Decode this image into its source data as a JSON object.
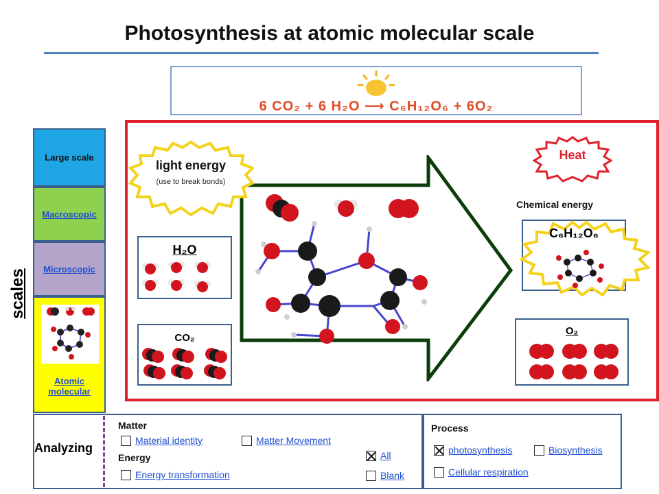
{
  "title": "Photosynthesis at atomic molecular scale",
  "equation": "6 CO₂  +  6 H₂O  ⟶  C₆H₁₂O₆  +  6O₂",
  "scales": {
    "label": "scales",
    "large": "Large scale",
    "macroscopic": "Macroscopic",
    "microscopic": "Microscopic",
    "atomic_line1": "Atomic",
    "atomic_line2": "molecular"
  },
  "energy": {
    "light_title": "light energy",
    "light_sub": "(use to break bonds)",
    "heat": "Heat",
    "chemical": "Chemical energy"
  },
  "molecules": {
    "h2o": "H₂O",
    "co2": "CO₂",
    "o2": "O₂",
    "glucose": "C₆H₁₂O₆"
  },
  "analyzing": {
    "label": "Analyzing",
    "matter_head": "Matter",
    "energy_head": "Energy",
    "material_identity": "Material identity",
    "matter_movement": "Matter Movement",
    "energy_transformation": "Energy transformation",
    "all": "All",
    "blank": "Blank"
  },
  "process": {
    "head": "Process",
    "photosynthesis": "photosynthesis",
    "biosynthesis": "Biosynthesis",
    "cellular_respiration": "Cellular respiration"
  },
  "colors": {
    "frame_red": "#e0212a",
    "arrow_green": "#0b3d0b",
    "oxygen_red": "#d2141e",
    "carbon_black": "#1a1a1a",
    "hydrogen_white": "#e8e8e8",
    "link_blue": "#1f4fd1"
  },
  "icons": [
    "sun-icon",
    "checkbox-icon"
  ]
}
